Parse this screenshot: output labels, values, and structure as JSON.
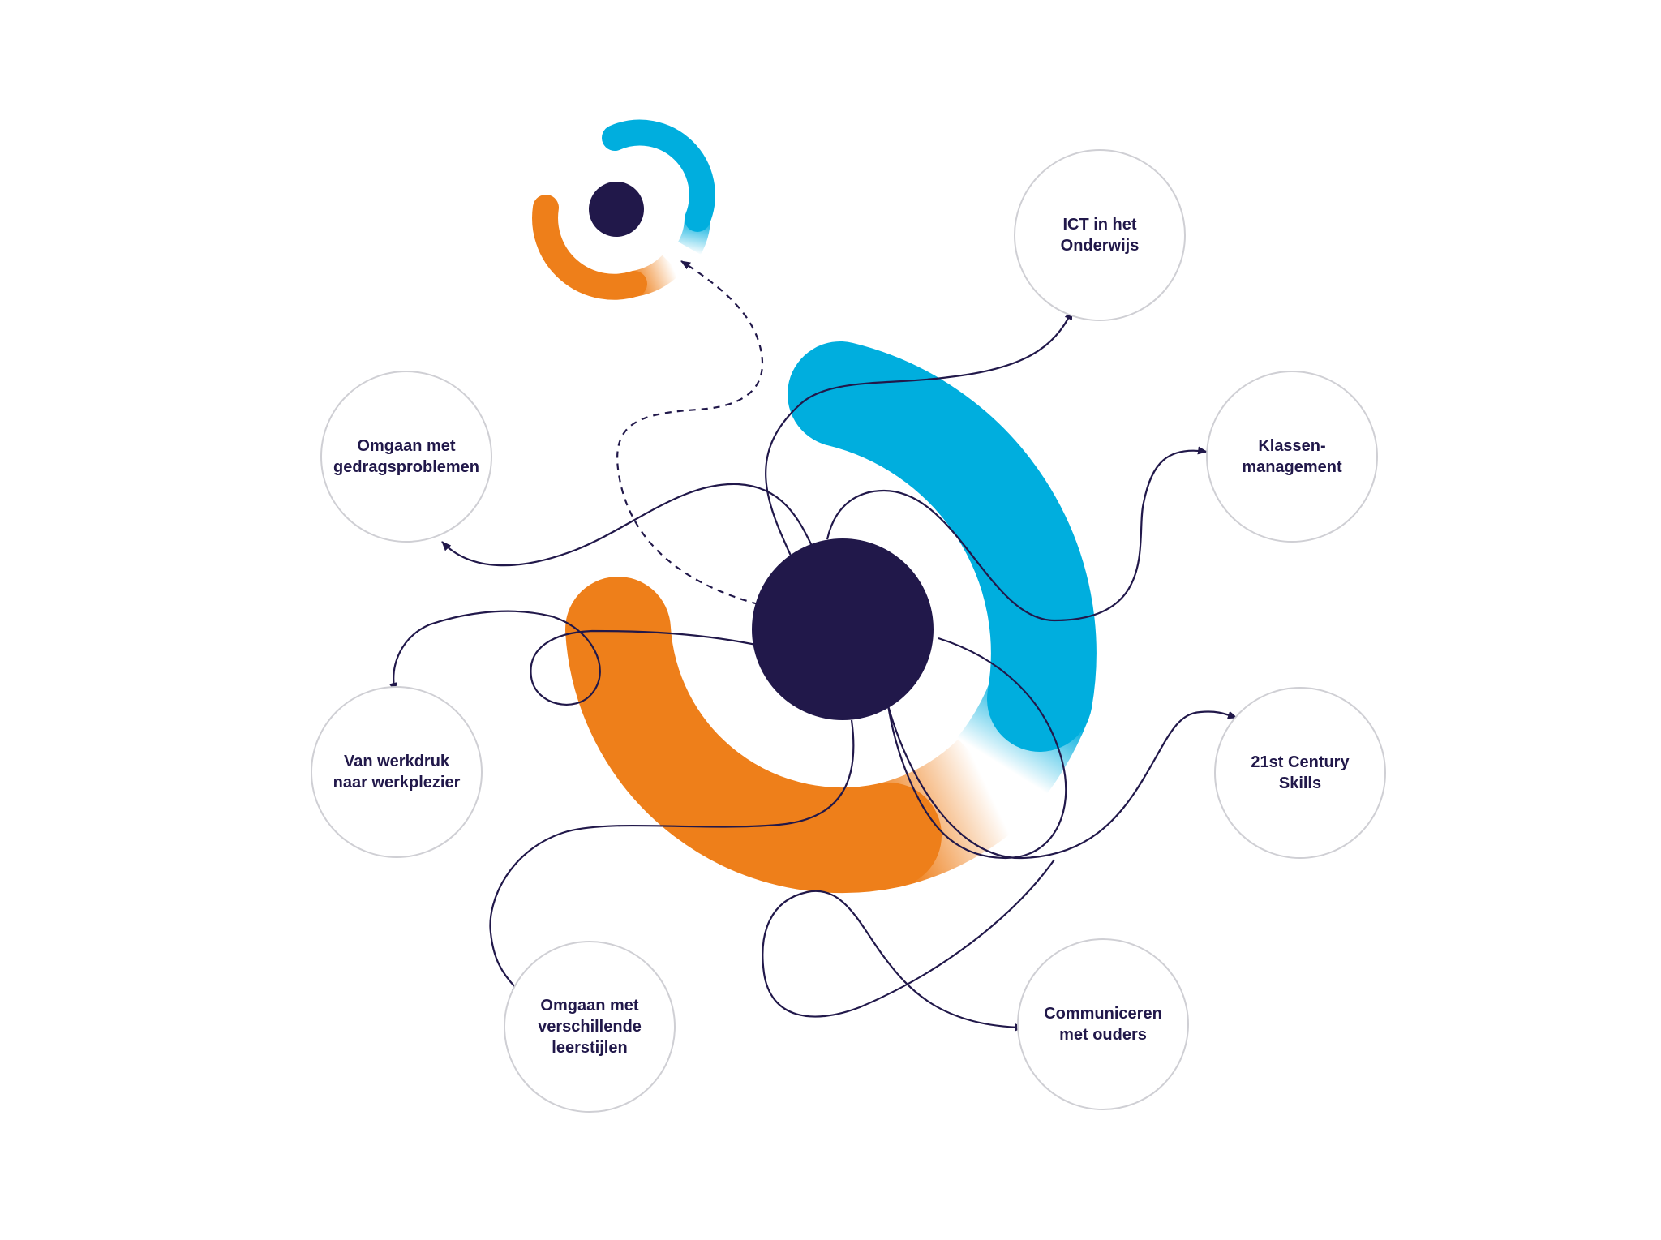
{
  "colors": {
    "navy": "#21184a",
    "blue": "#00aede",
    "orange": "#ee7f1a",
    "node_border": "#cfcfd4",
    "background": "#ffffff"
  },
  "nodes": [
    {
      "id": "ict",
      "label": "ICT in het\nOnderwijs"
    },
    {
      "id": "klassen",
      "label": "Klassen-\nmanagement"
    },
    {
      "id": "skills",
      "label": "21st Century\nSkills"
    },
    {
      "id": "ouders",
      "label": "Communiceren\nmet ouders"
    },
    {
      "id": "leerstijlen",
      "label": "Omgaan met\nverschillende\nleerstijlen"
    },
    {
      "id": "werkdruk",
      "label": "Van werkdruk\nnaar werkplezier"
    },
    {
      "id": "gedrag",
      "label": "Omgaan met\ngedragsproblemen"
    }
  ],
  "connections": [
    {
      "from": "center",
      "to": "ict",
      "style": "solid"
    },
    {
      "from": "center",
      "to": "klassen",
      "style": "solid"
    },
    {
      "from": "center",
      "to": "skills",
      "style": "solid"
    },
    {
      "from": "center",
      "to": "ouders",
      "style": "solid"
    },
    {
      "from": "center",
      "to": "leerstijlen",
      "style": "solid"
    },
    {
      "from": "center",
      "to": "werkdruk",
      "style": "solid"
    },
    {
      "from": "center",
      "to": "gedrag",
      "style": "solid"
    },
    {
      "from": "center",
      "to": "small-logo",
      "style": "dashed"
    }
  ]
}
